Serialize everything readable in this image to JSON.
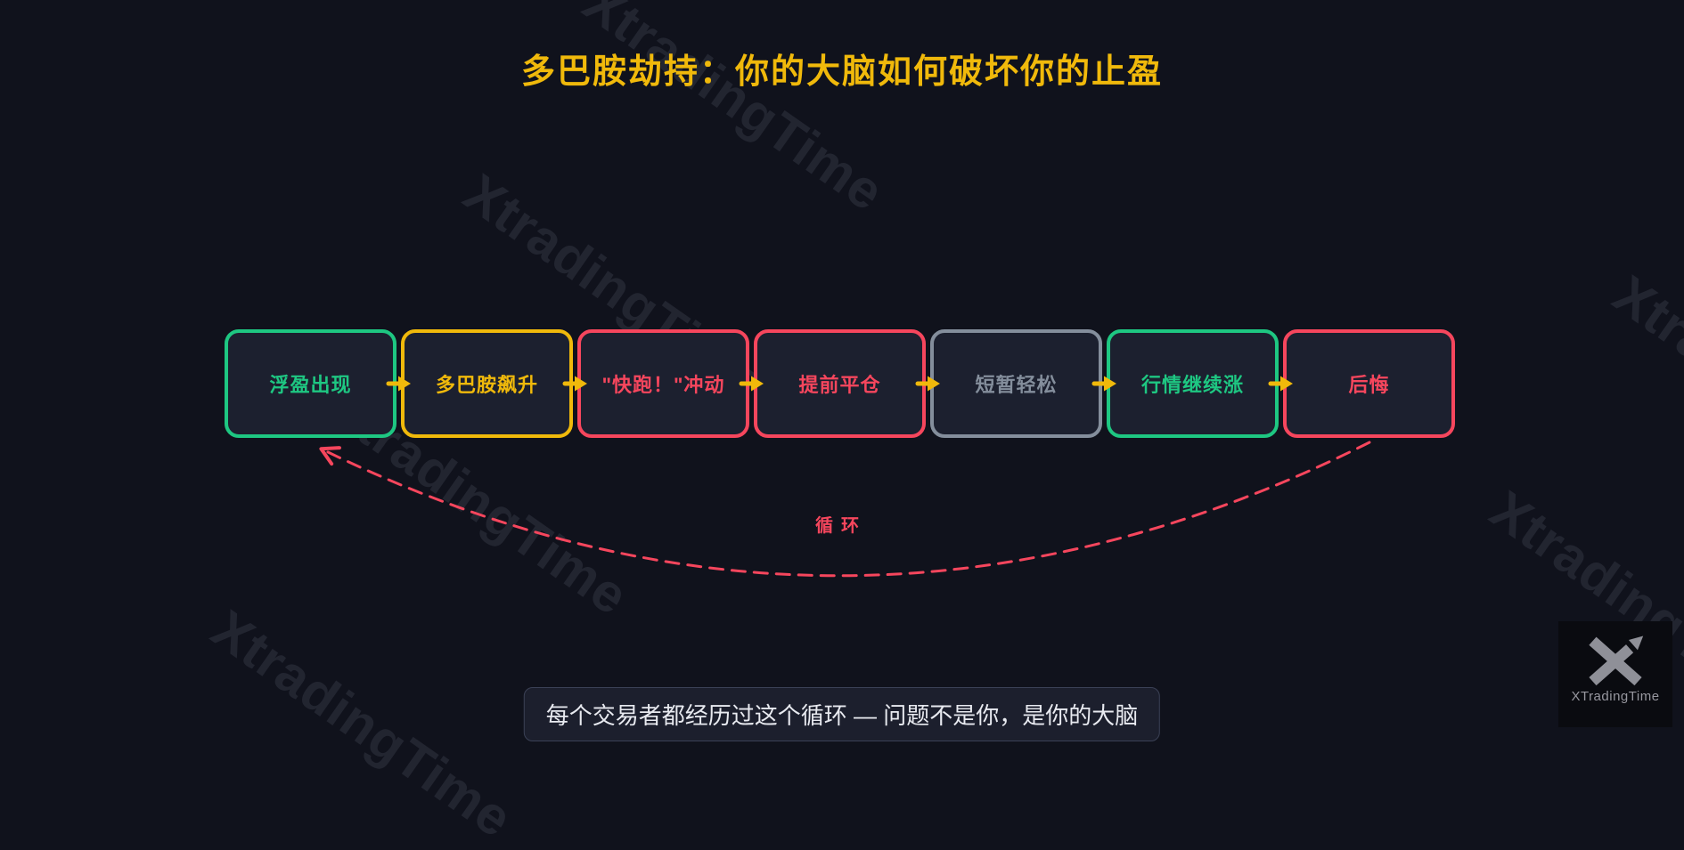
{
  "page": {
    "title": "多巴胺劫持：你的大脑如何破坏你的止盈"
  },
  "watermark": {
    "text": "XtradingTime"
  },
  "flow": {
    "steps": [
      {
        "label": "浮盈出现",
        "color": "green"
      },
      {
        "label": "多巴胺飙升",
        "color": "yellow"
      },
      {
        "label": "\"快跑！\"冲动",
        "color": "pink"
      },
      {
        "label": "提前平仓",
        "color": "pink"
      },
      {
        "label": "短暂轻松",
        "color": "gray"
      },
      {
        "label": "行情继续涨",
        "color": "green"
      },
      {
        "label": "后悔",
        "color": "pink"
      }
    ],
    "cycle_label": "循环"
  },
  "caption": {
    "text": "每个交易者都经历过这个循环 — 问题不是你，是你的大脑"
  },
  "logo": {
    "text": "XTradingTime"
  },
  "colors": {
    "green": "#1EC782",
    "yellow": "#F0B90B",
    "pink": "#F6465D",
    "gray": "#848E9C",
    "title": "#F0B90B",
    "cycle": "#F6465D",
    "arrow": "#F0B90B"
  }
}
